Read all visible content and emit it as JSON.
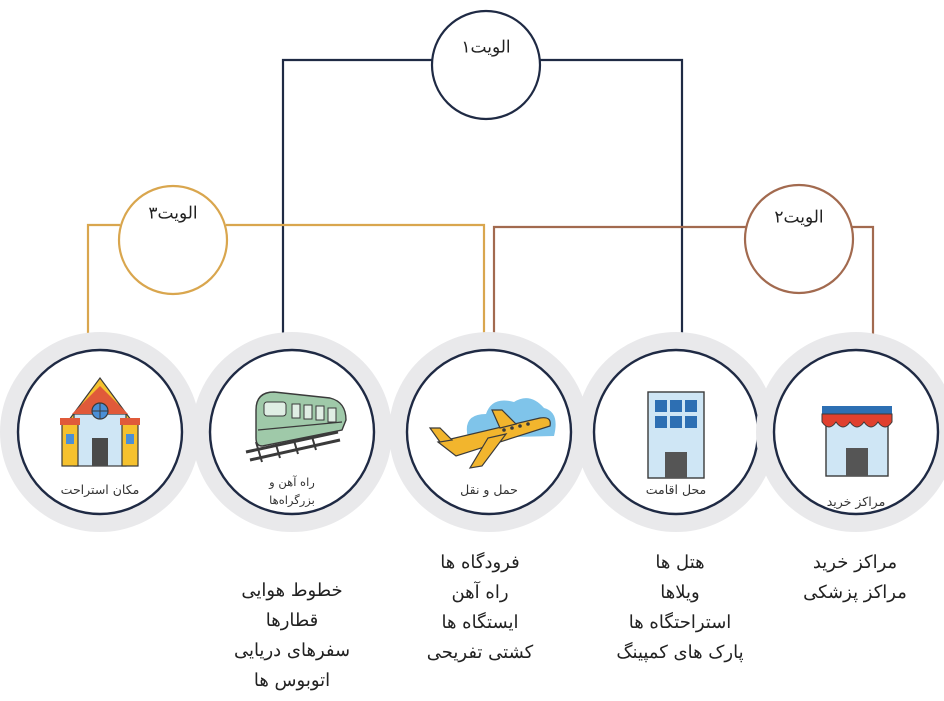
{
  "priorities": {
    "p1": "الویت۱",
    "p2": "الویت۲",
    "p3": "الویت۳"
  },
  "colors": {
    "navy": "#1f2a44",
    "gold": "#d9a64e",
    "brown": "#a26a4f"
  },
  "nodes": {
    "rest": {
      "label": "مکان استراحت",
      "icon": "house-icon"
    },
    "rail": {
      "label_line1": "راه آهن و",
      "label_line2": "بزرگراه‌ها",
      "icon": "train-icon"
    },
    "transport": {
      "label": "حمل و نقل",
      "icon": "airplane-icon"
    },
    "stay": {
      "label": "محل اقامت",
      "icon": "building-icon"
    },
    "shop": {
      "label": "مراکز خرید",
      "icon": "shop-icon"
    }
  },
  "lists": {
    "rail": [
      "خطوط هوایی",
      "قطارها",
      "سفرهای دریایی",
      "اتوبوس ها"
    ],
    "transport": [
      "فرودگاه ها",
      "راه آهن",
      "ایستگاه ها",
      "کشتی تفریحی"
    ],
    "stay": [
      "هتل ها",
      "ویلاها",
      "استراحتگاه ها",
      "پارک های کمپینگ"
    ],
    "shop": [
      "مراکز خرید",
      "مراکز پزشکی"
    ]
  }
}
